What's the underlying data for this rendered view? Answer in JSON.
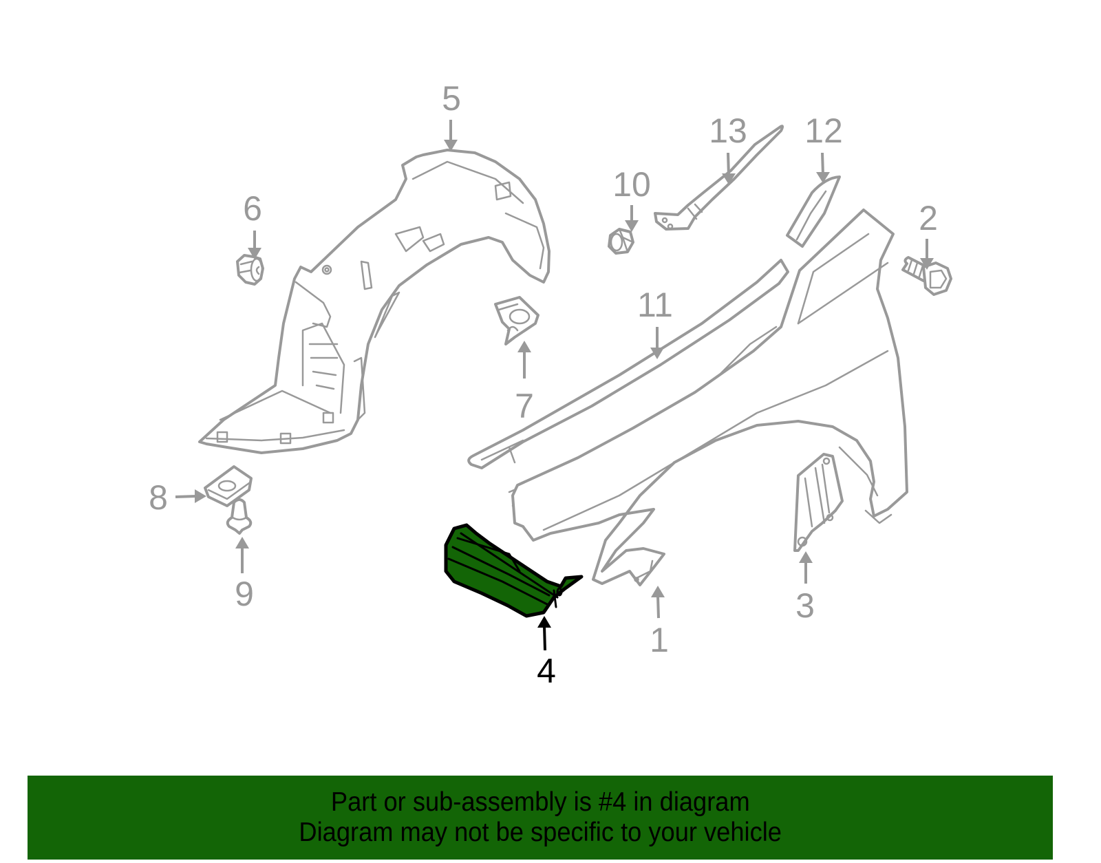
{
  "diagram": {
    "highlight_color": "#136506",
    "callout_color": "#999999",
    "active_callout_color": "#000000",
    "highlighted_part": "4",
    "callouts": [
      {
        "number": "1",
        "part": "fender"
      },
      {
        "number": "2",
        "part": "bolt"
      },
      {
        "number": "3",
        "part": "fender-bracket-rear"
      },
      {
        "number": "4",
        "part": "splash-shield-front-extension"
      },
      {
        "number": "5",
        "part": "fender-liner"
      },
      {
        "number": "6",
        "part": "grommet"
      },
      {
        "number": "7",
        "part": "clip-bracket"
      },
      {
        "number": "8",
        "part": "retainer-nut"
      },
      {
        "number": "9",
        "part": "push-clip"
      },
      {
        "number": "10",
        "part": "nut"
      },
      {
        "number": "11",
        "part": "fender-seal"
      },
      {
        "number": "12",
        "part": "insulator"
      },
      {
        "number": "13",
        "part": "upper-bracket"
      }
    ]
  },
  "banner": {
    "background": "#136506",
    "line1": "Part or sub-assembly is #4 in diagram",
    "line2": "Diagram may not be specific to your vehicle"
  }
}
